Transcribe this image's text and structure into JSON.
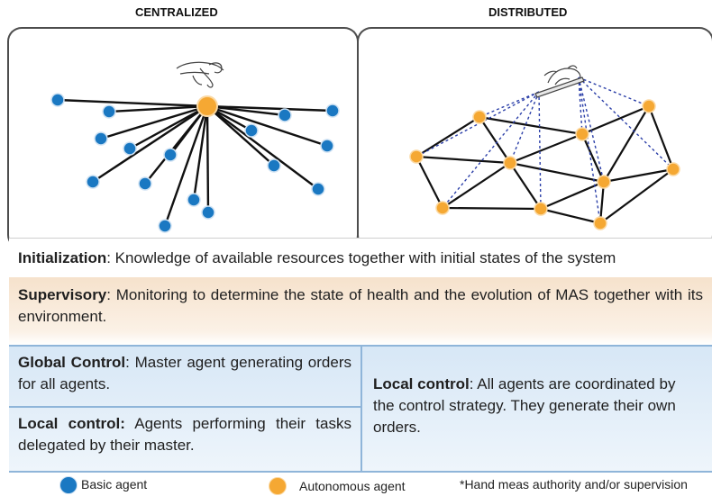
{
  "headings": {
    "left": "CENTRALIZED",
    "right": "DISTRIBUTED"
  },
  "rows": {
    "initialization": {
      "term": "Initialization",
      "text": ": Knowledge of available resources together with initial states of the system"
    },
    "supervisory": {
      "term": "Supervisory",
      "text": ": Monitoring to determine the state of health and the evolution of MAS together with its environment."
    },
    "global_control": {
      "term": "Global Control",
      "text": ": Master agent generating orders for all agents."
    },
    "local_control_left": {
      "term": "Local control:",
      "text": " Agents performing their tasks delegated by their master."
    },
    "local_control_right": {
      "term": "Local control",
      "text": ": All agents are coordinated by the control strategy. They generate their own orders."
    }
  },
  "legend": {
    "basic": "Basic agent",
    "autonomous": "Autonomous agent",
    "note": "*Hand meas authority and/or supervision"
  },
  "colors": {
    "basic_agent": "#1a78c2",
    "autonomous_agent": "#f5a833",
    "supervision_line": "#2b3fa8"
  },
  "icons": [
    "hand-icon"
  ]
}
